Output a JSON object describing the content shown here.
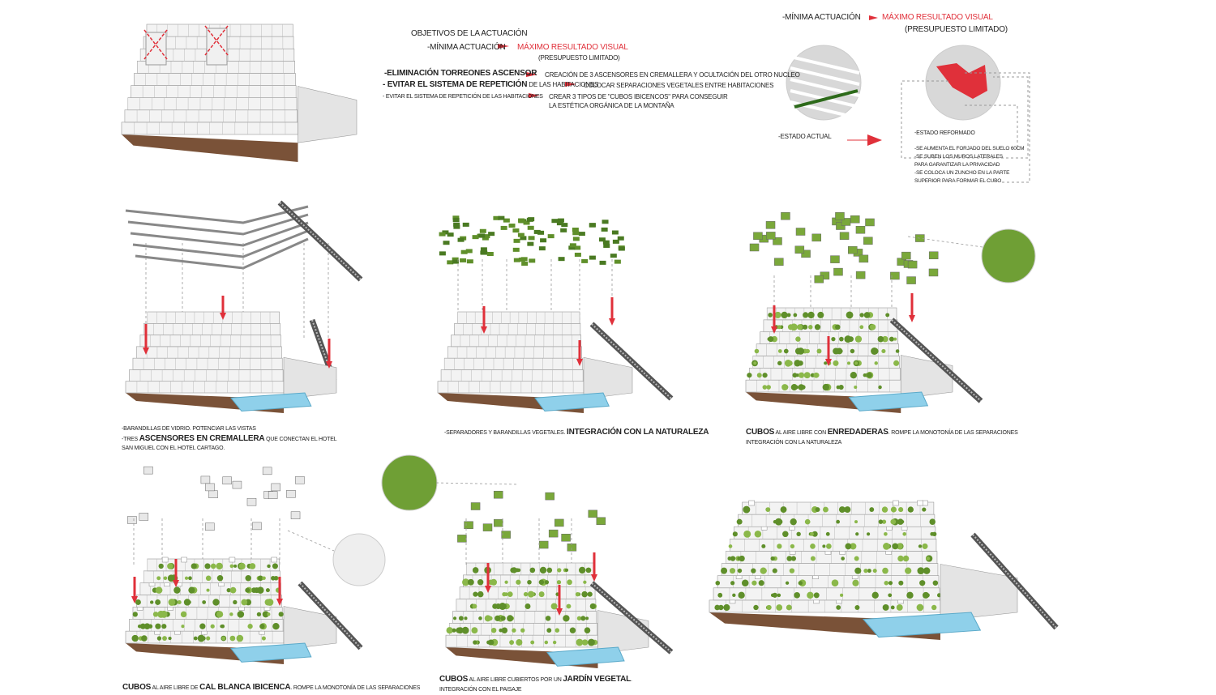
{
  "objectives": {
    "title": "Objetivos de la actuación",
    "minimal": "-Mínima actuación",
    "maximal": "Máximo resultado visual",
    "budget": "(Presupuesto limitado)",
    "items": [
      {
        "bold": "-Eliminación torreones ascensor",
        "rest": "",
        "result": "Creación de 3 ascensores en cremallera y ocultación del otro nucleo"
      },
      {
        "bold": "- Evitar el sistema de repetición",
        "rest": " de las habitaciones",
        "result": "Colocar separaciones vegetales entre habitaciones"
      },
      {
        "bold": "",
        "rest": "- Evitar el sistema de repetición de las habitaciones",
        "result": "Crear 3 tipos de \"cubos ibicencos\" para conseguir",
        "result2": "la estética orgánica de la montaña"
      }
    ]
  },
  "detail": {
    "minimal": "-Mínima actuación",
    "maximal": "Máximo resultado visual",
    "budget": "(Presupuesto limitado)",
    "current": "-Estado actual",
    "reformed": "-Estado reformado",
    "notes": [
      "-Se aumenta el forjado del suelo 60cm",
      "-Se suben los muros laterales",
      "para garantizar la privacidad",
      "-Se coloca un zuncho en la parte",
      "superior para formar el cubo"
    ]
  },
  "captions": {
    "glass": {
      "line1": "-Barandillas de vidrio. Potenciar las vistas",
      "pre": "-Tres ",
      "bold": "ascensores en cremallera",
      "post": " que conectan el hotel",
      "line3": "San Miguel con el hotel Cartago."
    },
    "vegetal": {
      "pre": "-Separadores y barandillas vegetales. ",
      "bold": "Integración con la naturaleza"
    },
    "vines": {
      "bold1": "Cubos",
      "mid": " al aire libre con ",
      "bold2": "Enredaderas",
      "post": ". Rompe la monotonía de las separaciones",
      "line2": "Integración con la naturaleza"
    },
    "white": {
      "bold1": "Cubos",
      "mid": " al aire libre de ",
      "bold2": "cal blanca ibicenca",
      "post": ". Rompe la monotonía de las separaciones"
    },
    "garden": {
      "bold1": "Cubos",
      "mid": " al aire libre cubiertos por un ",
      "bold2": "jardín vegetal",
      "post": ".",
      "line2": "Integración con el paisaje"
    }
  },
  "colors": {
    "accent": "#e0303a",
    "green": "#5f8f2a",
    "earth": "#7a5238",
    "pool": "#8fd0ea"
  }
}
